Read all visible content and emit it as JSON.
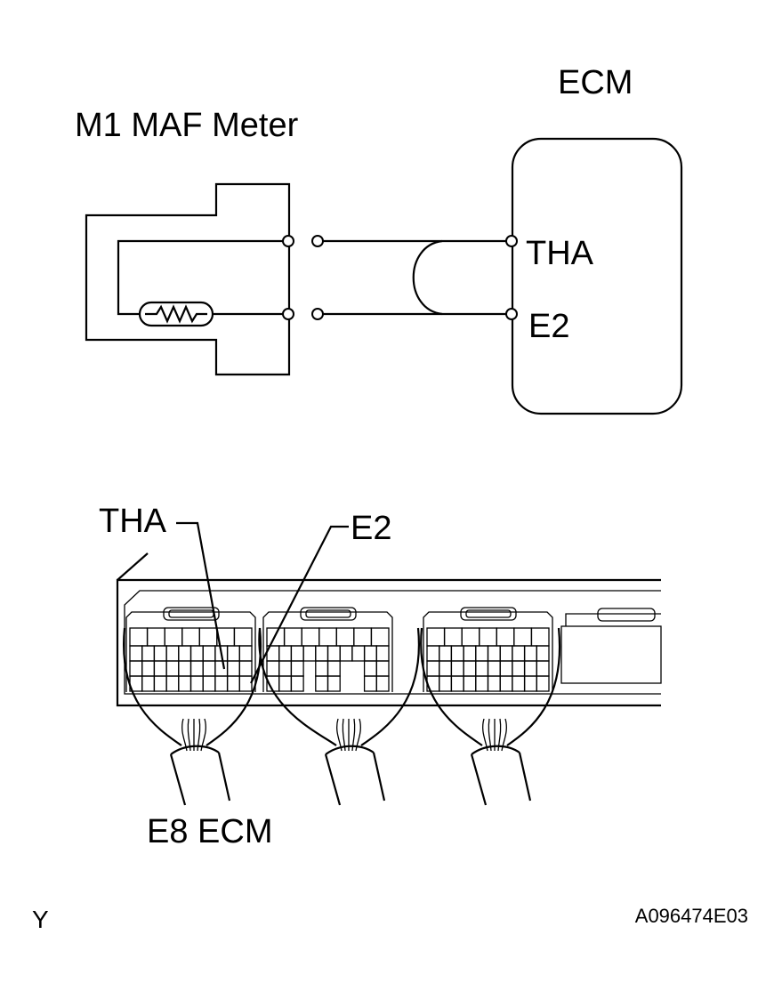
{
  "schematic": {
    "component_label": "M1 MAF Meter",
    "ecm_title": "ECM",
    "ecm_pins": [
      "THA",
      "E2"
    ]
  },
  "connector_view": {
    "pin_callouts": [
      "THA",
      "E2"
    ],
    "connector_label": "E8 ECM"
  },
  "footer": {
    "left_mark": "Y",
    "figure_code": "A096474E03"
  }
}
